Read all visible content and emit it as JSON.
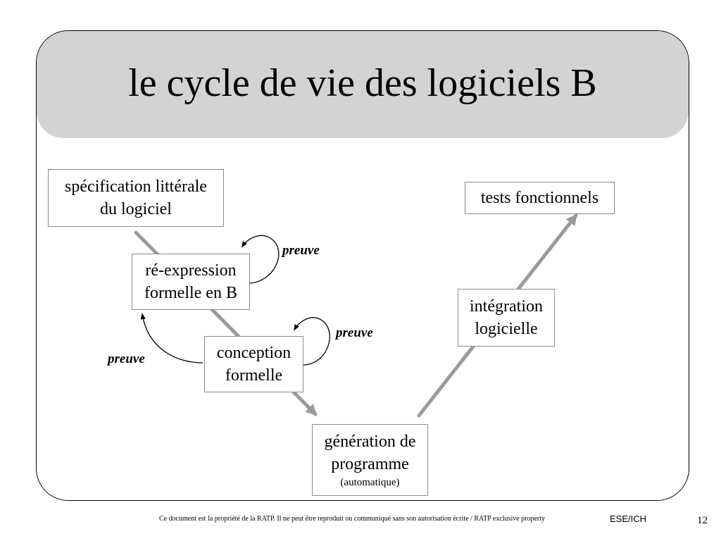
{
  "slide": {
    "title": "le cycle de vie des logiciels B"
  },
  "diagram": {
    "nodes": {
      "specification": {
        "line1": "spécification littérale",
        "line2": "du logiciel"
      },
      "reexpression": {
        "line1": "ré-expression",
        "line2": "formelle en B"
      },
      "conception": {
        "line1": "conception",
        "line2": "formelle"
      },
      "generation": {
        "line1": "génération de",
        "line2": "programme",
        "note": "(automatique)"
      },
      "integration": {
        "line1": "intégration",
        "line2": "logicielle"
      },
      "tests": {
        "line1": "tests fonctionnels"
      }
    },
    "proof_labels": {
      "reexpression_self": "preuve",
      "conception_self": "preuve",
      "conception_to_reexpression": "preuve"
    },
    "colors": {
      "flow_arrow": "#9a9a9a",
      "box_border": "#8a8a8a",
      "title_band": "#d3d3d3"
    }
  },
  "footer": {
    "notice": "Ce document est la propriété de la RATP. Il ne peut être reproduit ou communiqué sans son autorisation écrite / RATP exclusive property",
    "code": "ESE/ICH",
    "page": "12"
  }
}
